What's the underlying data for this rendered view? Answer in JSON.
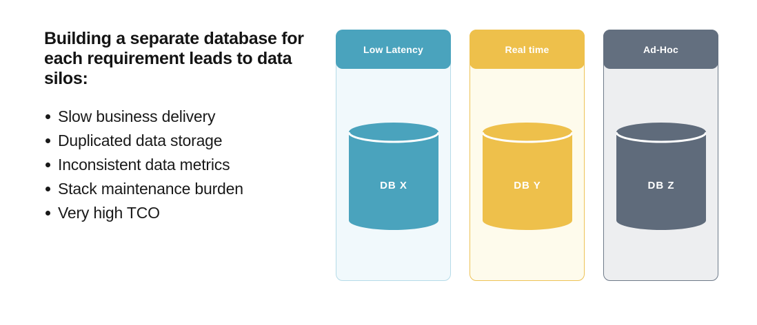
{
  "canvas": {
    "background": "#ffffff"
  },
  "intro": {
    "heading": "Building a separate database for each requirement leads to data silos:",
    "text_color": "#141414",
    "bullets": [
      "Slow business delivery",
      "Duplicated data storage",
      "Inconsistent data metrics",
      "Stack maintenance burden",
      "Very high TCO"
    ]
  },
  "cards": [
    {
      "header_label": "Low Latency",
      "db_label": "DB X",
      "icon": "database-cylinder-icon",
      "colors": {
        "header": "#4aa3bd",
        "cylinder": "#4aa3bd",
        "body": "#f1f9fc",
        "border": "#b5dbe8",
        "header_text": "#ffffff",
        "db_text": "#ffffff"
      }
    },
    {
      "header_label": "Real time",
      "db_label": "DB Y",
      "icon": "database-cylinder-icon",
      "colors": {
        "header": "#eec04b",
        "cylinder": "#eec04b",
        "body": "#fefbec",
        "border": "#edc255",
        "header_text": "#ffffff",
        "db_text": "#ffffff"
      }
    },
    {
      "header_label": "Ad-Hoc",
      "db_label": "DB Z",
      "icon": "database-cylinder-icon",
      "colors": {
        "header": "#636f7f",
        "cylinder": "#5f6b7b",
        "body": "#edeef0",
        "border": "#6d7988",
        "header_text": "#ffffff",
        "db_text": "#ffffff"
      }
    }
  ]
}
